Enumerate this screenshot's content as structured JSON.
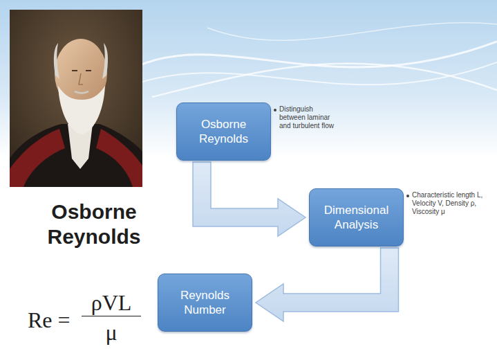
{
  "diagram": {
    "nodes": [
      {
        "text": [
          "Osborne Reynolds",
          "Distinguish between laminar and turbulent flow"
        ]
      },
      {
        "text": [
          "Dimensional Analysis",
          "Characteristic length L, Velocity V, Density ρ, Viscosity μ"
        ]
      },
      {
        "text": [
          "Reynolds Number"
        ]
      }
    ],
    "edges": [
      {
        "from": 0,
        "to": 1,
        "arrow": "to"
      },
      {
        "from": 1,
        "to": 2,
        "arrow": "to"
      }
    ],
    "labels": [
      "Osborne Reynolds",
      "Re =",
      "ρVL",
      "μ"
    ]
  }
}
